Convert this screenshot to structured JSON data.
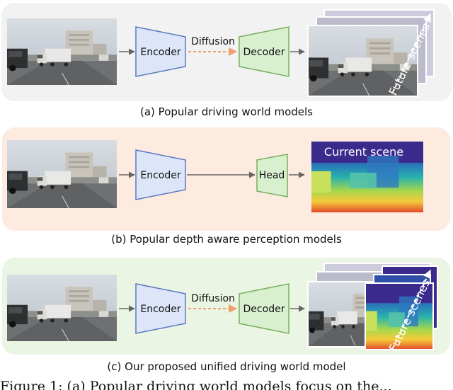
{
  "panels": {
    "a": {
      "encoder": "Encoder",
      "middle": "Diffusion",
      "decoder": "Decoder",
      "output_label": "Future scenes",
      "caption": "(a) Popular driving world models"
    },
    "b": {
      "encoder": "Encoder",
      "head": "Head",
      "output_label": "Current scene",
      "caption": "(b) Popular depth aware perception models"
    },
    "c": {
      "encoder": "Encoder",
      "middle": "Diffusion",
      "decoder": "Decoder",
      "output_label": "Future scenes",
      "caption": "(c) Our proposed unified driving world model"
    }
  },
  "figure_caption_partial": "Figure 1: (a) Popular driving world models focus on the...",
  "colors": {
    "panel_a_bg": "#f2f2f2",
    "panel_b_bg": "#fdebe0",
    "panel_c_bg": "#eaf5e3",
    "encoder_fill": "#dce6f8",
    "encoder_stroke": "#5a78c0",
    "decoder_fill": "#d9f0cf",
    "decoder_stroke": "#78b060",
    "diffusion_arrow": "#f0a070",
    "arrow": "#666666"
  }
}
